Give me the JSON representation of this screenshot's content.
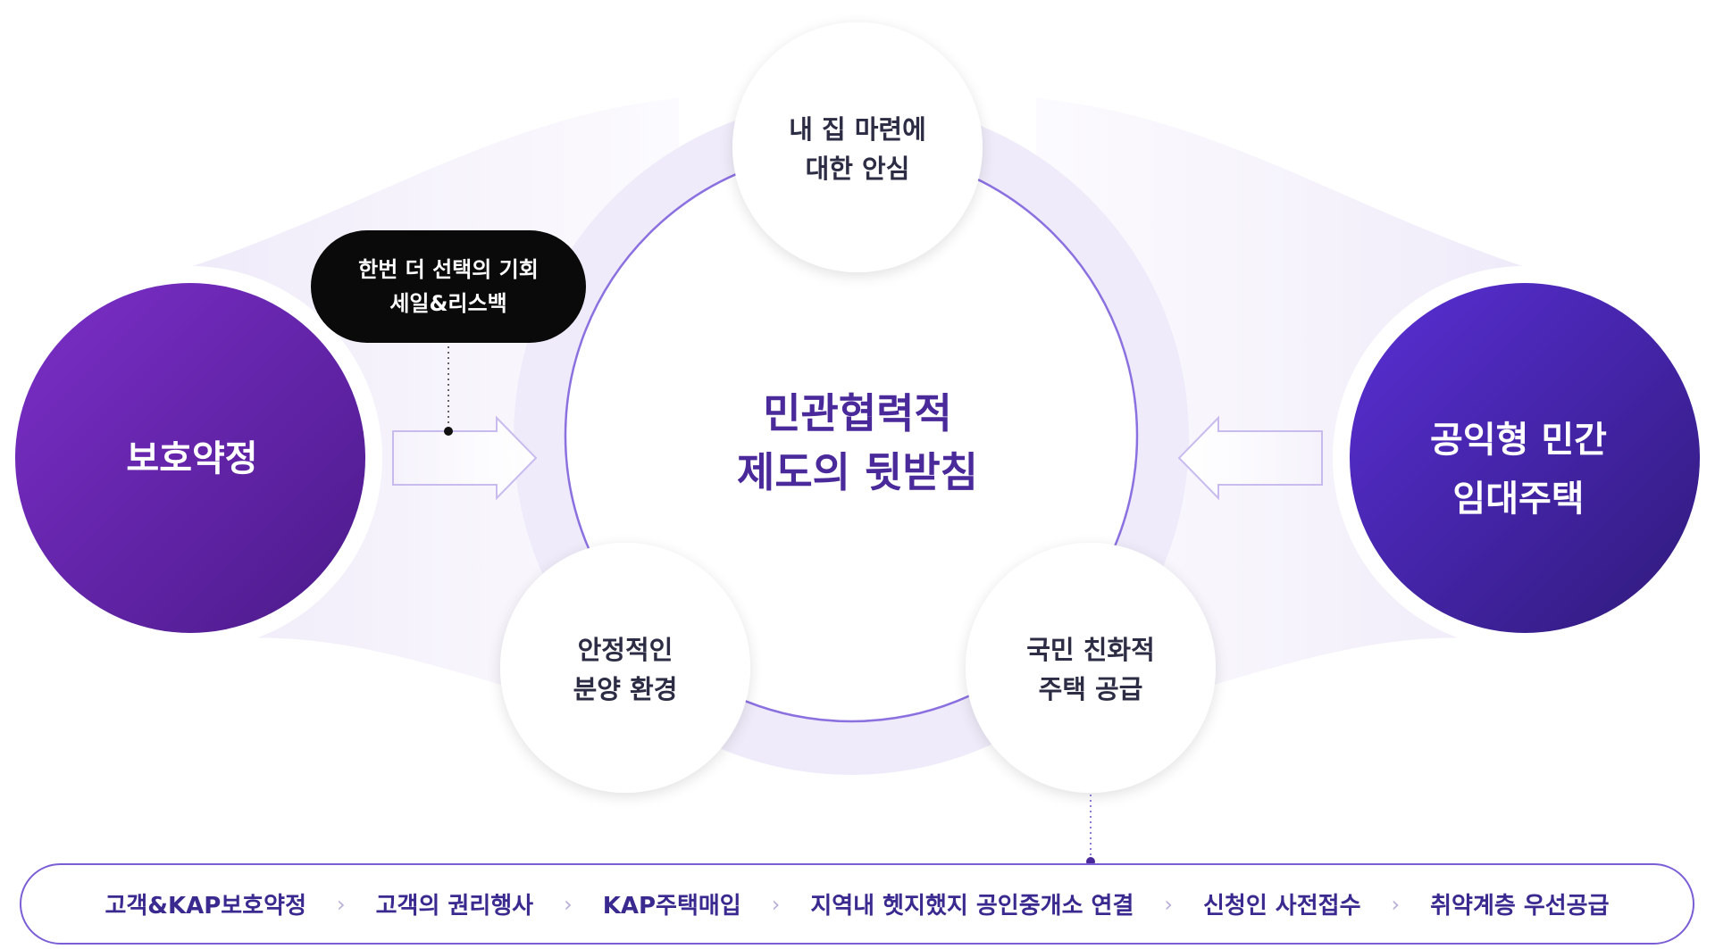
{
  "center": {
    "line1": "민관협력적",
    "line2": "제도의 뒷받침"
  },
  "satellites": {
    "top": {
      "line1": "내 집 마련에",
      "line2": "대한 안심"
    },
    "bottom_left": {
      "line1": "안정적인",
      "line2": "분양 환경"
    },
    "bottom_right": {
      "line1": "국민 친화적",
      "line2": "주택 공급"
    }
  },
  "left_circle": {
    "label": "보호약정"
  },
  "right_circle": {
    "line1": "공익형 민간",
    "line2": "임대주택"
  },
  "callout": {
    "line1": "한번 더 선택의 기회",
    "line2": "세일&리스백"
  },
  "process_steps": [
    "고객&KAP보호약정",
    "고객의 권리행사",
    "KAP주택매입",
    "지역내 헷지했지 공인중개소 연결",
    "신청인 사전접수",
    "취약계층 우선공급"
  ],
  "separator_glyph": "›",
  "colors": {
    "accent": "#4a2a9a",
    "left_circle_from": "#7c2fc9",
    "left_circle_to": "#4b1a8a",
    "right_circle_from": "#5a2fd6",
    "right_circle_to": "#2f1a7a",
    "callout_bg": "#0a0a0a"
  }
}
